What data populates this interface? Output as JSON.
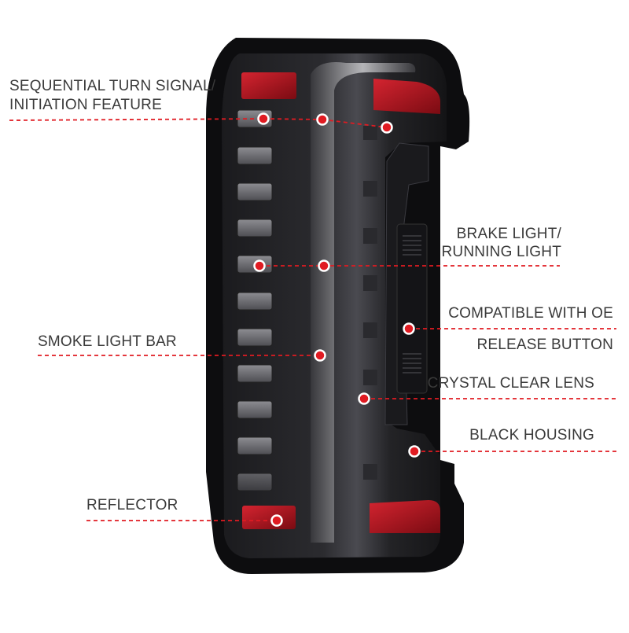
{
  "labels": {
    "turn_signal_line1": "SEQUENTIAL TURN SIGNAL/",
    "turn_signal_line2": "INITIATION FEATURE",
    "brake_line1": "BRAKE LIGHT/",
    "brake_line2": "RUNNING LIGHT",
    "release_line1": "COMPATIBLE WITH OE",
    "release_line2": "RELEASE BUTTON",
    "smoke_bar": "SMOKE LIGHT BAR",
    "clear_lens": "CRYSTAL CLEAR LENS",
    "black_housing": "BLACK HOUSING",
    "reflector": "REFLECTOR"
  },
  "colors": {
    "callout_red": "#e01b22",
    "housing_black": "#0d0d0f",
    "reflector_red": "#b3121c",
    "label_text": "#3a3a3a"
  }
}
